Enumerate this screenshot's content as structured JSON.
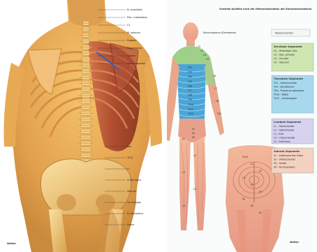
{
  "left_figure": {
    "labels": [
      "N. occipitalis",
      "Proc. mastoideus",
      "C1",
      "M. splenius",
      "Scapula",
      "Diaphragma",
      "Costae",
      "Spina scapulae",
      "Ren",
      "Th12",
      "L1",
      "Crista iliaca",
      "Sacrum",
      "Os coccygis",
      "N. ischiadicus",
      "Femur"
    ],
    "signature": "Netter"
  },
  "right_chart": {
    "title": "Sensible Ausfälle nach der Höhenlokalisation der Rückenmarksläsion",
    "legend_heading": "Körperschichten",
    "front_labels": {
      "note": "Kleinhirngrenze (Dermatome)",
      "cervical": [
        "C2",
        "C3",
        "C4",
        "C5"
      ],
      "thoracic": [
        "Th2",
        "Th3",
        "Th4",
        "Th5",
        "Th6",
        "Th7",
        "Th8",
        "Th9",
        "Th10",
        "Th11",
        "Th12"
      ],
      "arm": [
        "C6",
        "C7",
        "C8",
        "Th1"
      ],
      "lumbar": [
        "L1",
        "L2",
        "L3",
        "L4",
        "L5"
      ],
      "sacral": [
        "S1",
        "S2",
        "S3"
      ]
    },
    "back_labels": [
      "Th12",
      "L1",
      "L2",
      "L3",
      "S2",
      "S3",
      "S4",
      "S5",
      "S1"
    ],
    "legend_boxes": [
      {
        "title": "Zervikale Segmente",
        "lines": [
          "C2 – Hinterkopf, Hals",
          "C3 – Hals, Schulter",
          "C4 – Schulter",
          "C5 – Oberarm"
        ],
        "color": "#cfe6b3"
      },
      {
        "title": "Thorakale Segmente",
        "lines": [
          "Th1 – Arminnenseite",
          "Th4 – Brustwarzen",
          "Th6 – Processus xiphoideus",
          "Th10 – Nabel",
          "Th12 – Leistenregion"
        ],
        "color": "#a8d8ee"
      },
      {
        "title": "Lumbale Segmente",
        "lines": [
          "L1 – Oberschenkel",
          "L2 – Oberschenkel",
          "L3 – Knie",
          "L4 – Unterschenkel",
          "L5 – Fußrücken"
        ],
        "color": "#d6d2ef"
      },
      {
        "title": "Sakrale Segmente",
        "lines": [
          "S1 – Außenrand des Fußes",
          "S2 – Unterschenkel",
          "S3 – Gesäß",
          "S4 – Perianalregion"
        ],
        "color": "#f4d2c2"
      }
    ],
    "signature": "Netter"
  },
  "colors": {
    "bone": "#e8b060",
    "muscle": "#b54a2c",
    "cervical": "#9ed08a",
    "thoracic": "#4aa6d8",
    "lumbar": "#b9b3e3",
    "sacral": "#f3a08a"
  }
}
